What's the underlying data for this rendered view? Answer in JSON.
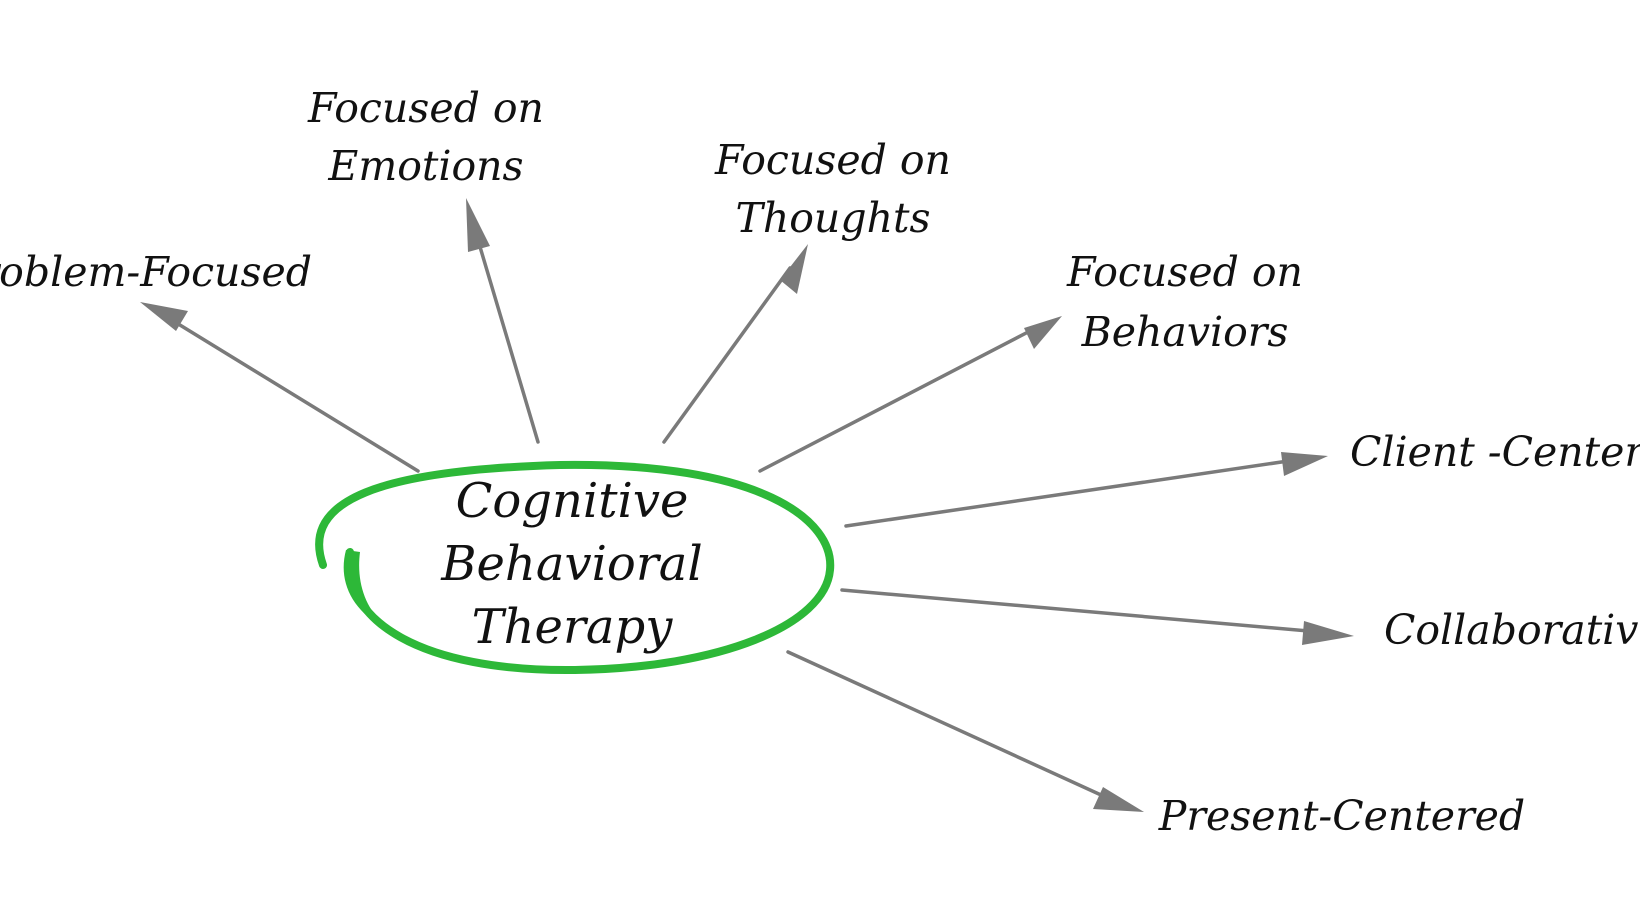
{
  "diagram": {
    "center": {
      "lines": [
        "Cognitive",
        "Behavioral",
        "Therapy"
      ],
      "ring_color": "#2db838"
    },
    "arrow_color": "#7a7a7a",
    "nodes": [
      {
        "id": "problem-focused",
        "lines": [
          "Problem-Focused"
        ]
      },
      {
        "id": "focused-on-emotions",
        "lines": [
          "Focused on",
          "Emotions"
        ]
      },
      {
        "id": "focused-on-thoughts",
        "lines": [
          "Focused on",
          "Thoughts"
        ]
      },
      {
        "id": "focused-on-behaviors",
        "lines": [
          "Focused on",
          "Behaviors"
        ]
      },
      {
        "id": "client-centered",
        "lines": [
          "Client -Centered"
        ]
      },
      {
        "id": "collaborative",
        "lines": [
          "Collaborative"
        ]
      },
      {
        "id": "present-centered",
        "lines": [
          "Present-Centered"
        ]
      }
    ]
  }
}
